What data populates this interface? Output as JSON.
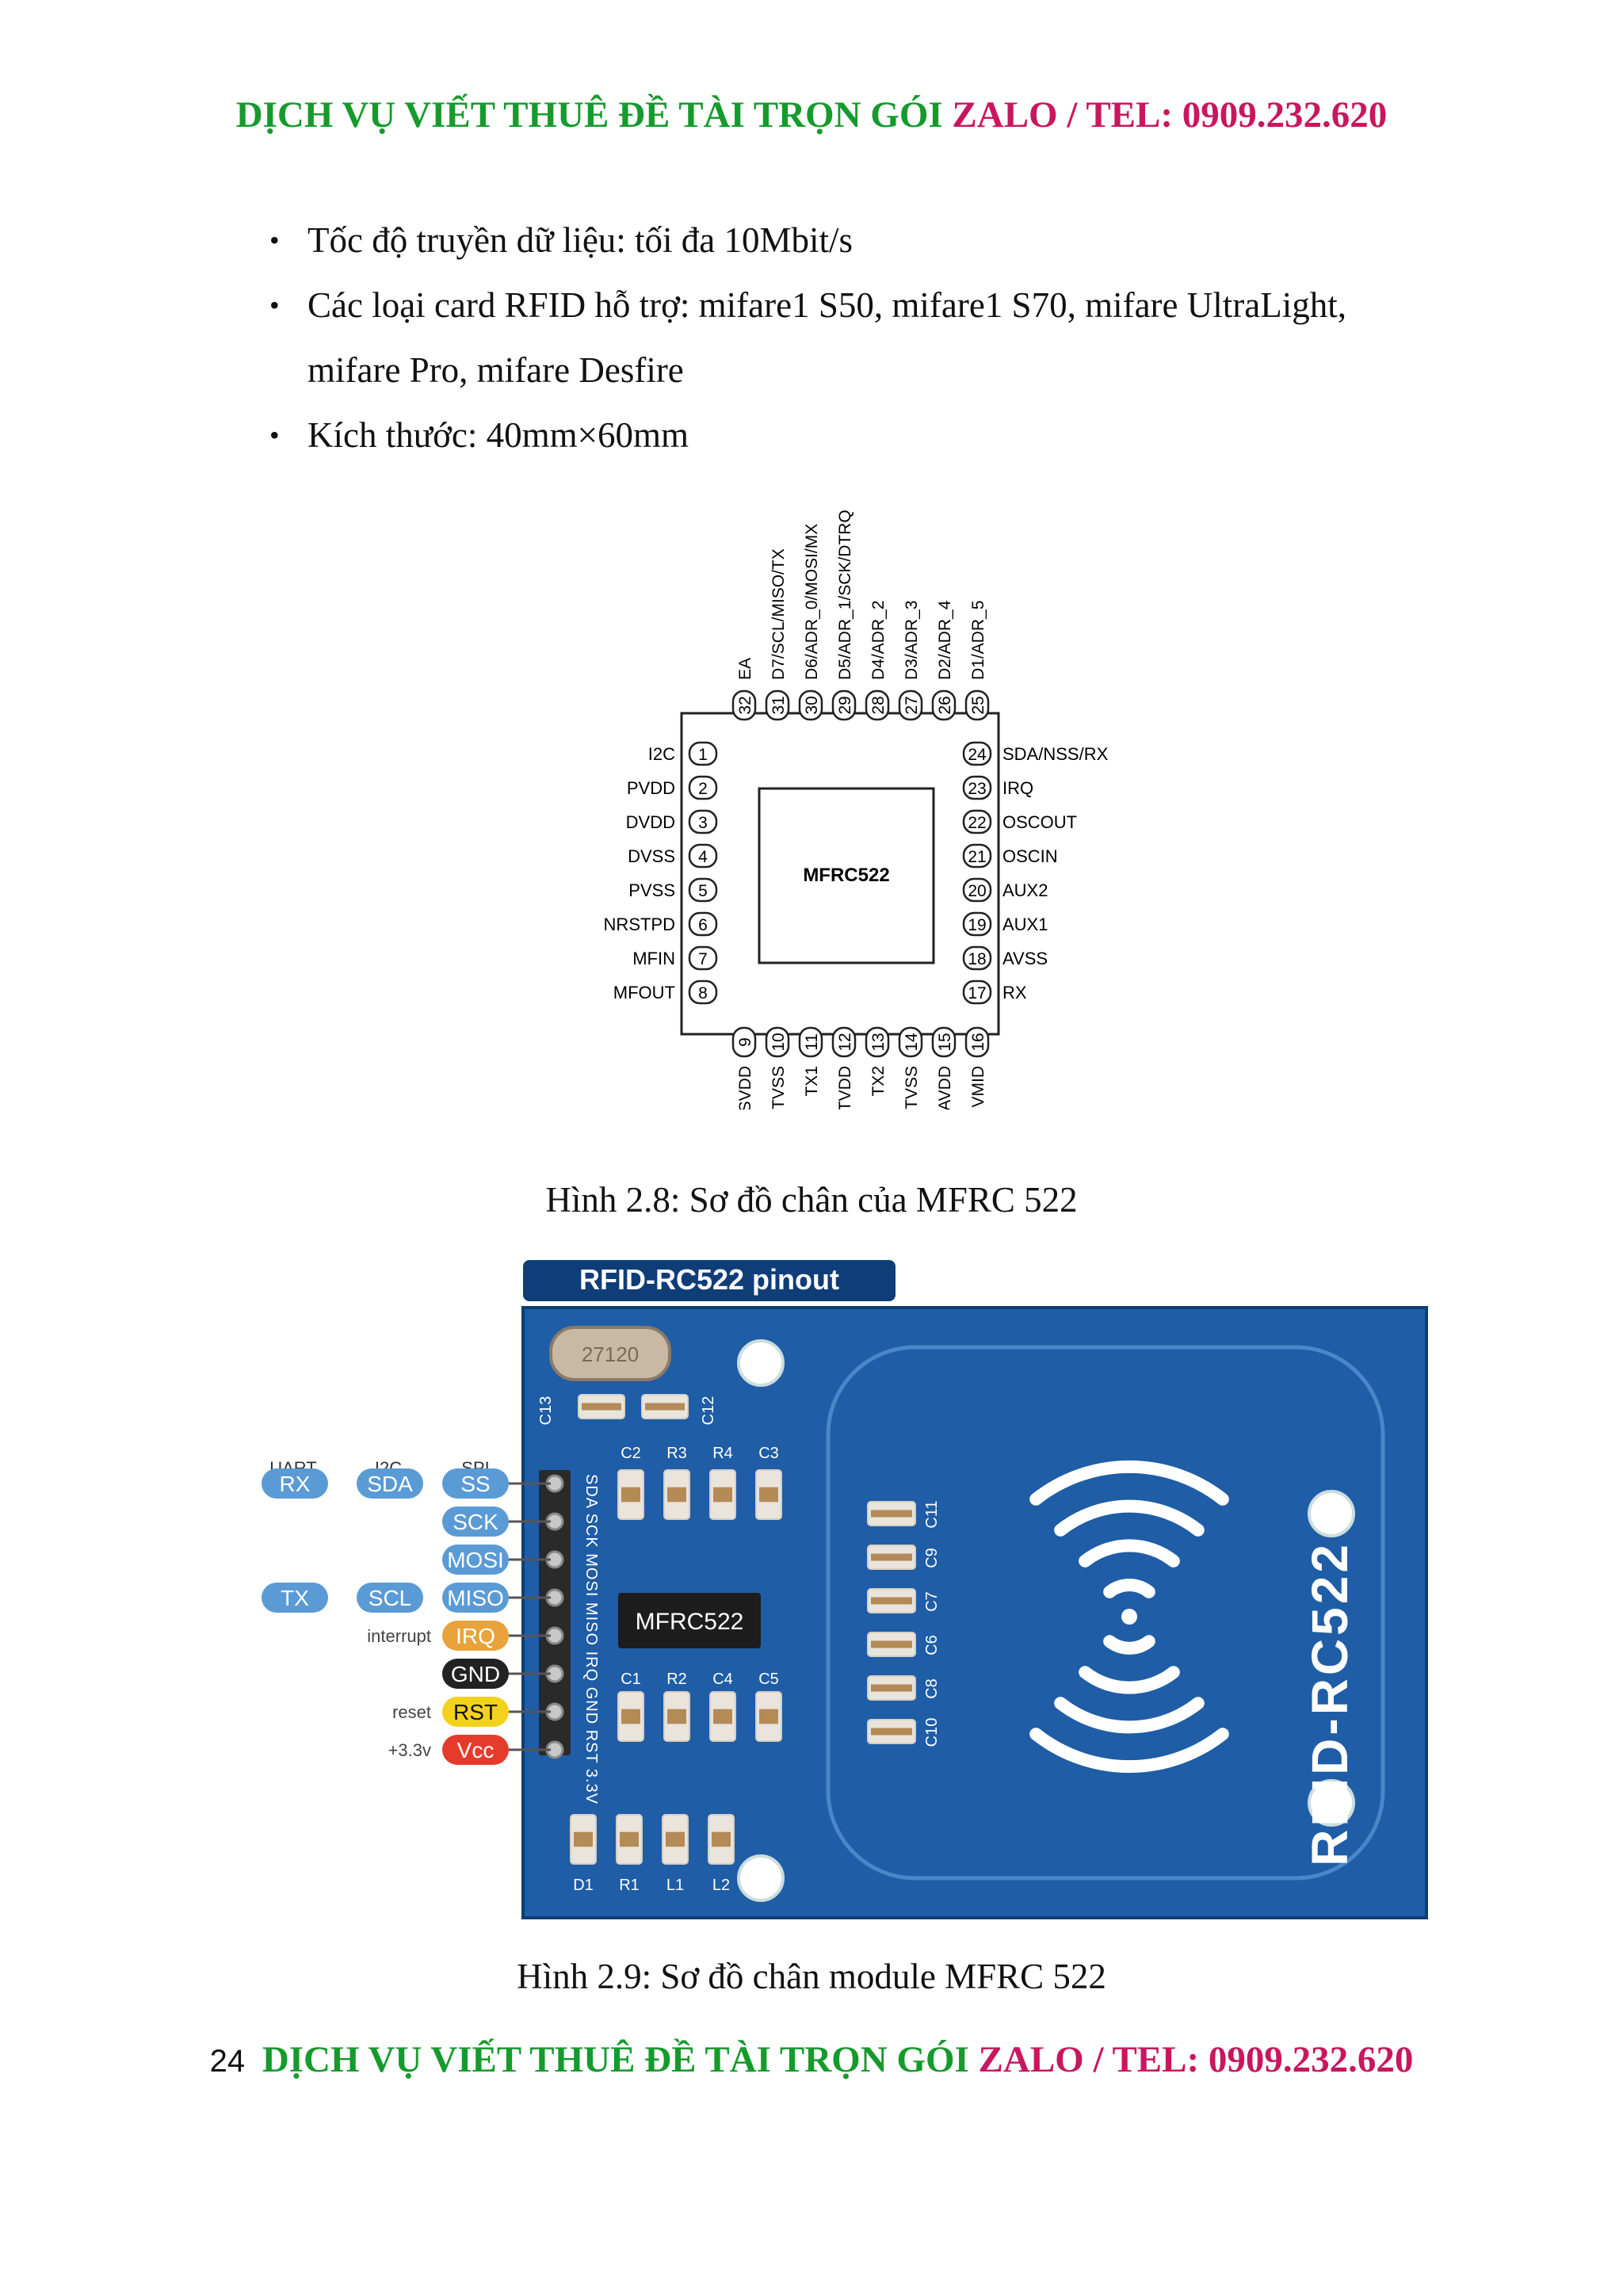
{
  "header": {
    "text_green": "DỊCH VỤ VIẾT THUÊ ĐỀ TÀI TRỌN GÓI",
    "text_pink": "ZALO / TEL: 0909.232.620"
  },
  "bullets": [
    "Tốc độ truyền dữ liệu: tối đa 10Mbit/s",
    "Các loại card RFID hỗ trợ: mifare1 S50, mifare1 S70, mifare UltraLight,",
    "mifare Pro, mifare Desfire",
    "Kích thước: 40mm×60mm"
  ],
  "figure1": {
    "chip_label": "MFRC522",
    "left_pins": [
      {
        "num": "1",
        "name": "I2C"
      },
      {
        "num": "2",
        "name": "PVDD"
      },
      {
        "num": "3",
        "name": "DVDD"
      },
      {
        "num": "4",
        "name": "DVSS"
      },
      {
        "num": "5",
        "name": "PVSS"
      },
      {
        "num": "6",
        "name": "NRSTPD"
      },
      {
        "num": "7",
        "name": "MFIN"
      },
      {
        "num": "8",
        "name": "MFOUT"
      }
    ],
    "right_pins": [
      {
        "num": "24",
        "name": "SDA/NSS/RX"
      },
      {
        "num": "23",
        "name": "IRQ"
      },
      {
        "num": "22",
        "name": "OSCOUT"
      },
      {
        "num": "21",
        "name": "OSCIN"
      },
      {
        "num": "20",
        "name": "AUX2"
      },
      {
        "num": "19",
        "name": "AUX1"
      },
      {
        "num": "18",
        "name": "AVSS"
      },
      {
        "num": "17",
        "name": "RX"
      }
    ],
    "top_pins": [
      {
        "num": "32",
        "name": "EA"
      },
      {
        "num": "31",
        "name": "D7/SCL/MISO/TX"
      },
      {
        "num": "30",
        "name": "D6/ADR_0/MOSI/MX"
      },
      {
        "num": "29",
        "name": "D5/ADR_1/SCK/DTRQ"
      },
      {
        "num": "28",
        "name": "D4/ADR_2"
      },
      {
        "num": "27",
        "name": "D3/ADR_3"
      },
      {
        "num": "26",
        "name": "D2/ADR_4"
      },
      {
        "num": "25",
        "name": "D1/ADR_5"
      }
    ],
    "bottom_pins": [
      {
        "num": "9",
        "name": "SVDD"
      },
      {
        "num": "10",
        "name": "TVSS"
      },
      {
        "num": "11",
        "name": "TX1"
      },
      {
        "num": "12",
        "name": "TVDD"
      },
      {
        "num": "13",
        "name": "TX2"
      },
      {
        "num": "14",
        "name": "TVSS"
      },
      {
        "num": "15",
        "name": "AVDD"
      },
      {
        "num": "16",
        "name": "VMID"
      }
    ],
    "caption": "Hình 2.8: Sơ đồ chân của MFRC 522"
  },
  "figure2": {
    "title": "RFID-RC522 pinout",
    "group_headers": [
      "UART",
      "I2C",
      "SPI"
    ],
    "pins": [
      {
        "label": "SS",
        "color": "#5b9bd5",
        "alts": [
          "RX",
          "SDA"
        ],
        "note": ""
      },
      {
        "label": "SCK",
        "color": "#5b9bd5",
        "alts": [],
        "note": ""
      },
      {
        "label": "MOSI",
        "color": "#5b9bd5",
        "alts": [],
        "note": ""
      },
      {
        "label": "MISO",
        "color": "#5b9bd5",
        "alts": [
          "TX",
          "SCL"
        ],
        "note": ""
      },
      {
        "label": "IRQ",
        "color": "#e8a33a",
        "alts": [],
        "note": "interrupt"
      },
      {
        "label": "GND",
        "color": "#222222",
        "alts": [],
        "note": ""
      },
      {
        "label": "RST",
        "color": "#f2d21b",
        "alts": [],
        "note": "reset"
      },
      {
        "label": "Vcc",
        "color": "#e53b2c",
        "alts": [],
        "note": "+3.3v"
      }
    ],
    "header_silkscreen": [
      "SDA",
      "SCK",
      "MOSI",
      "MISO",
      "IRQ",
      "GND",
      "RST",
      "3.3V"
    ],
    "crystal_label": "27120",
    "chip_label": "MFRC522",
    "board_text": "RFID-RC522",
    "components_top": [
      "C2",
      "R3",
      "R4",
      "C3"
    ],
    "components_mid": [
      "C1",
      "R2",
      "C4",
      "C5"
    ],
    "components_bottom": [
      "D1",
      "R1",
      "L1",
      "L2"
    ],
    "caps_side": [
      "C13",
      "C12"
    ],
    "caps_right": [
      "C11",
      "C9",
      "C7",
      "C6",
      "C8",
      "C10"
    ],
    "caption": "Hình 2.9: Sơ đồ chân module MFRC 522"
  },
  "footer": {
    "page_number": "24",
    "text_green": "DỊCH VỤ VIẾT THUÊ ĐỀ TÀI TRỌN GÓI",
    "text_pink": "ZALO / TEL: 0909.232.620"
  }
}
